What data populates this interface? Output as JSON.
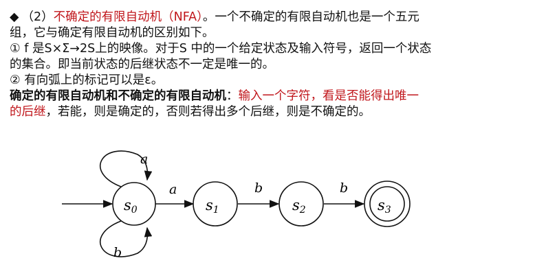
{
  "text": {
    "line1": {
      "bullet": "◆",
      "prefix": "（2）",
      "term": "不确定的有限自动机（NFA）",
      "rest": "。一个不确定的有限自动机也是一个五元"
    },
    "line2": "组，它与确定有限自动机的区别如下。",
    "line3": "① f 是S×Σ→2S上的映像。对于S 中的一个给定状态及输入符号，返回一个状态",
    "line4": "的集合。即当前状态的后继状态不一定是唯一的。",
    "line5": "② 有向弧上的标记可以是ε。",
    "line6": {
      "bold": "确定的有限自动机和不确定的有限自动机",
      "colon": "：",
      "red": "输入一个字符，看是否能得出唯一"
    },
    "line7": {
      "red": "的后继",
      "rest": "，若能，则是确定的，否则若得出多个后继，则是不确定的。"
    }
  },
  "diagram": {
    "states": [
      {
        "name": "s",
        "sub": "0",
        "final": false
      },
      {
        "name": "s",
        "sub": "1",
        "final": false
      },
      {
        "name": "s",
        "sub": "2",
        "final": false
      },
      {
        "name": "s",
        "sub": "3",
        "final": true
      }
    ],
    "edges": [
      {
        "label": "a",
        "from": "s0",
        "to": "s0",
        "kind": "self-loop-top"
      },
      {
        "label": "b",
        "from": "s0",
        "to": "s0",
        "kind": "self-loop-bottom"
      },
      {
        "label": "a",
        "from": "s0",
        "to": "s1"
      },
      {
        "label": "b",
        "from": "s1",
        "to": "s2"
      },
      {
        "label": "b",
        "from": "s2",
        "to": "s3"
      }
    ]
  }
}
